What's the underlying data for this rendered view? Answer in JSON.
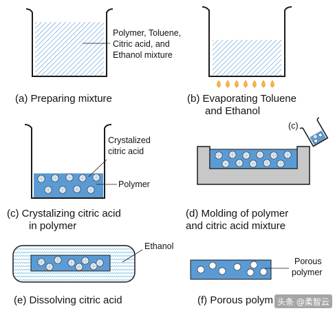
{
  "panels": {
    "a": {
      "caption": "(a) Preparing mixture",
      "label_lines": [
        "Polymer, Toluene,",
        "Citric acid, and",
        "Ethanol mixture"
      ]
    },
    "b": {
      "caption_lines": [
        "(b) Evaporating Toluene",
        "and Ethanol"
      ]
    },
    "c": {
      "caption_lines": [
        "(c) Crystalizing citric acid",
        "in polymer"
      ],
      "label_crystal_lines": [
        "Crystalized",
        "citric acid"
      ],
      "label_polymer": "Polymer"
    },
    "d": {
      "caption_lines": [
        "(d) Molding of polymer",
        "and citric acid mixture"
      ],
      "tag": "(c)"
    },
    "e": {
      "caption": "(e) Dissolving citric acid",
      "label_ethanol": "Ethanol"
    },
    "f": {
      "caption": "(f) Porous polym",
      "label_lines": [
        "Porous",
        "polymer"
      ]
    }
  },
  "watermark": "头条 @柔智云",
  "colors": {
    "polymer": "#5b9bd5",
    "hatch": "#5b9bd5",
    "flame": "#f5b942",
    "mold": "#c8c8c8",
    "outline": "#1a1a1a"
  }
}
